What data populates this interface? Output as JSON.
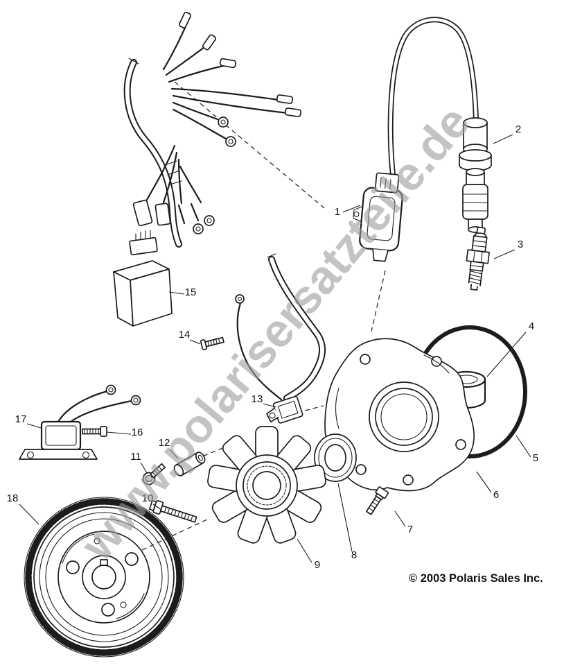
{
  "diagram": {
    "watermark": "www.polarisersatzteile.de",
    "copyright": "© 2003 Polaris Sales Inc.",
    "callouts": [
      "1",
      "2",
      "3",
      "4",
      "5",
      "6",
      "7",
      "8",
      "9",
      "10",
      "11",
      "12",
      "13",
      "14",
      "15",
      "16",
      "17",
      "18"
    ],
    "colors": {
      "line": "#1c1c1c",
      "watermark": "#9c9c9c",
      "background": "#ffffff"
    }
  }
}
